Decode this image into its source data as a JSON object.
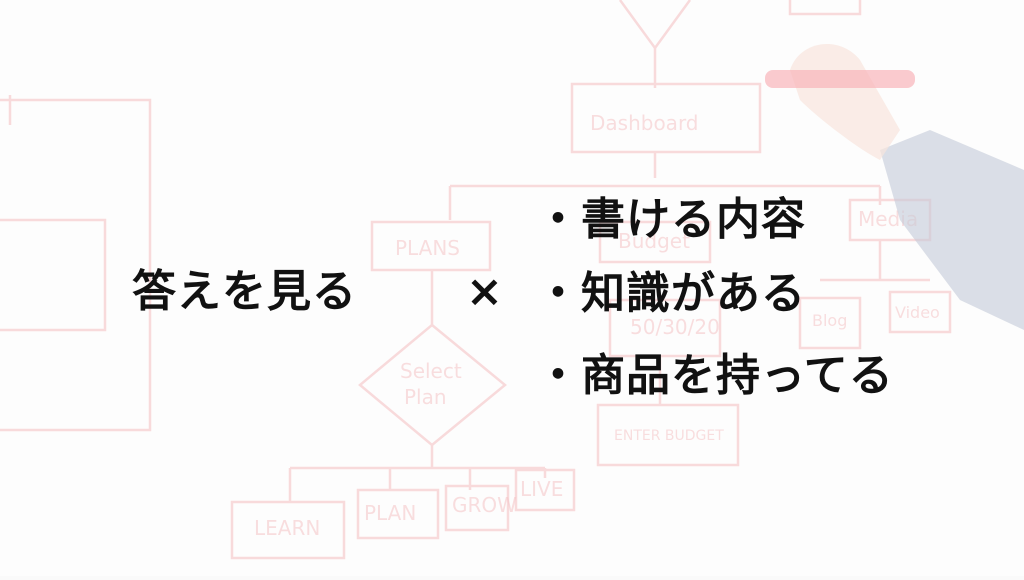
{
  "left_phrase": "答えを見る",
  "operator": "×",
  "list_items": [
    "・書ける内容",
    "・知識がある",
    "・商品を持ってる"
  ]
}
